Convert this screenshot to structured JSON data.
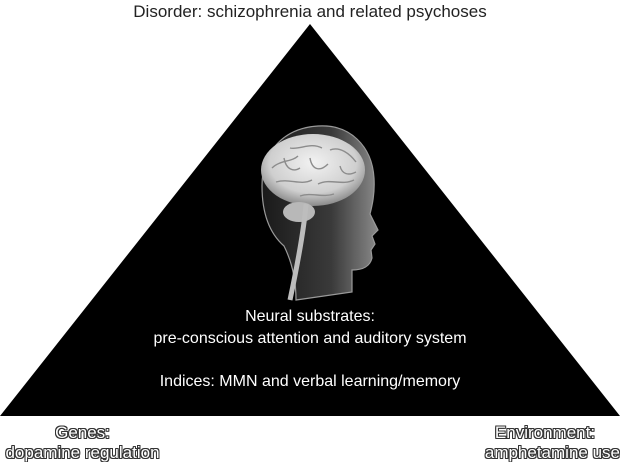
{
  "top_label": "Disorder: schizophrenia and related psychoses",
  "left_label": {
    "line1": "Genes:",
    "line2": "dopamine regulation"
  },
  "right_label": {
    "line1": "Environment:",
    "line2": "amphetamine use"
  },
  "center": {
    "substrates_line1": "Neural substrates:",
    "substrates_line2": "pre-conscious attention and auditory system",
    "indices": "Indices: MMN and verbal learning/memory"
  },
  "colors": {
    "triangle": "#000000",
    "background": "#ffffff",
    "inner_text": "#ffffff"
  },
  "icon": "brain-head-profile"
}
